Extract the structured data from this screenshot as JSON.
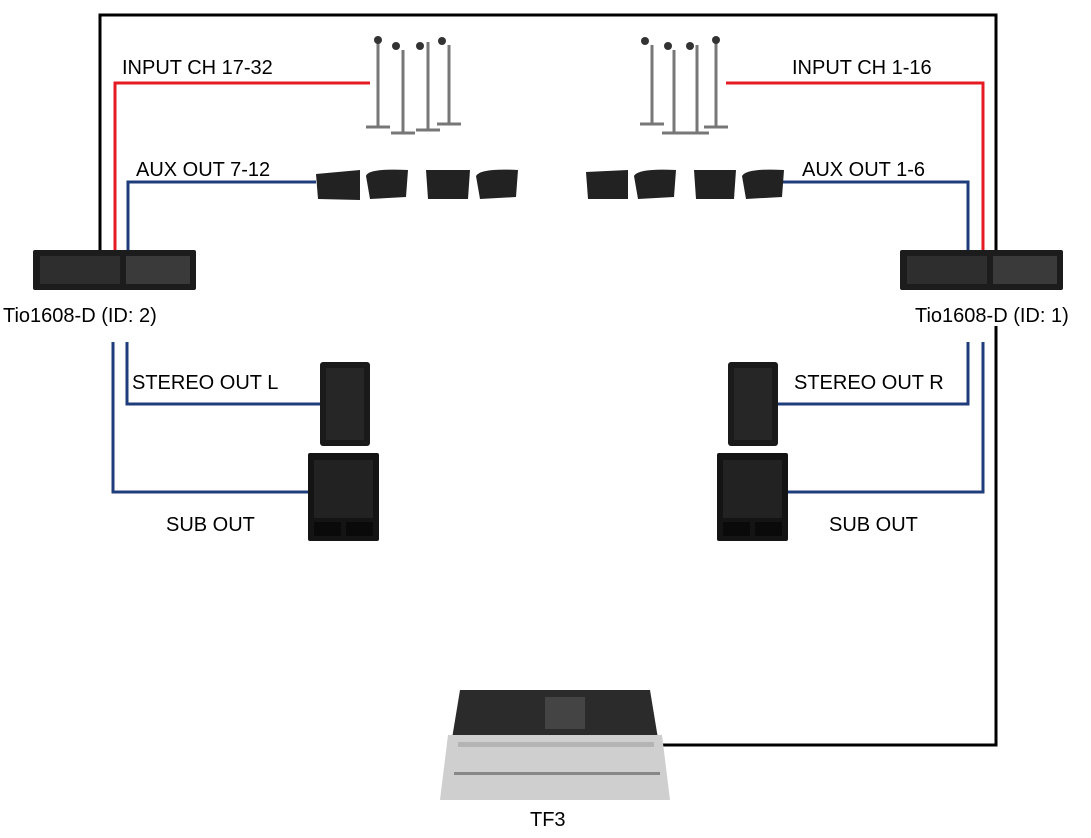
{
  "colors": {
    "network": "#000000",
    "input": "#e41b23",
    "output": "#1f3d7a"
  },
  "devices": {
    "left_stagebox": {
      "label": "Tio1608-D (ID: 2)",
      "icon": "stagebox-icon"
    },
    "right_stagebox": {
      "label": "Tio1608-D (ID: 1)",
      "icon": "stagebox-icon"
    },
    "console": {
      "label": "TF3",
      "icon": "mixing-console-icon"
    }
  },
  "connections": {
    "left": {
      "input": "INPUT CH 17-32",
      "aux": "AUX OUT 7-12",
      "stereo": "STEREO OUT L",
      "sub": "SUB OUT"
    },
    "right": {
      "input": "INPUT CH 1-16",
      "aux": "AUX OUT 1-6",
      "stereo": "STEREO OUT R",
      "sub": "SUB OUT"
    }
  }
}
